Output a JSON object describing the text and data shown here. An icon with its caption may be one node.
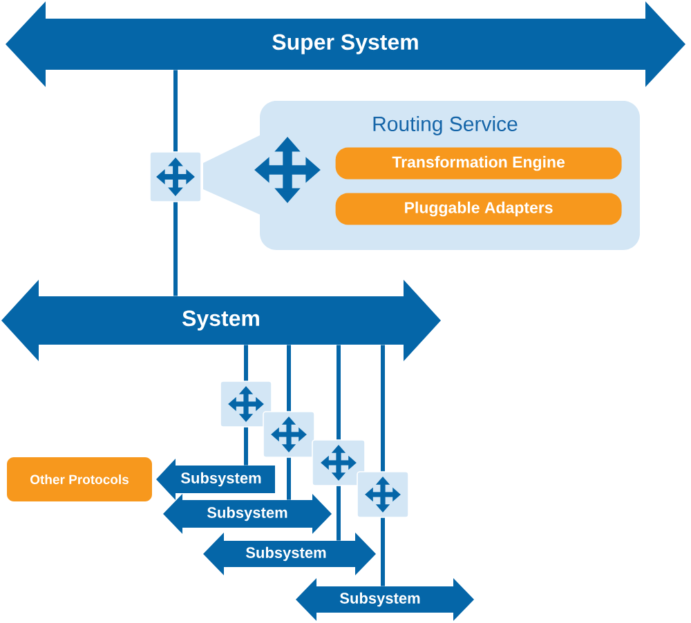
{
  "diagram": {
    "nodes": [
      {
        "text": [
          "Super System"
        ]
      },
      {
        "text": [
          "Routing Service"
        ]
      },
      {
        "text": [
          "Transformation Engine"
        ],
        "in": 1
      },
      {
        "text": [
          "Pluggable Adapters"
        ],
        "in": 1
      },
      {
        "text": [],
        "shape": "box"
      },
      {
        "text": [
          "System"
        ]
      },
      {
        "text": [],
        "shape": "box"
      },
      {
        "text": [],
        "shape": "box"
      },
      {
        "text": [],
        "shape": "box"
      },
      {
        "text": [],
        "shape": "box"
      },
      {
        "text": [
          "Other Protocols"
        ]
      },
      {
        "text": [
          "Subsystem"
        ]
      },
      {
        "text": [
          "Subsystem"
        ]
      },
      {
        "text": [
          "Subsystem"
        ]
      },
      {
        "text": [
          "Subsystem"
        ]
      }
    ],
    "edges": [
      {
        "from": 0,
        "to": 4,
        "arrow": "none"
      },
      {
        "from": 4,
        "to": 5,
        "arrow": "none"
      },
      {
        "from": 5,
        "to": 6,
        "arrow": "none"
      },
      {
        "from": 6,
        "to": 11,
        "arrow": "none"
      },
      {
        "from": 5,
        "to": 7,
        "arrow": "none"
      },
      {
        "from": 7,
        "to": 12,
        "arrow": "none"
      },
      {
        "from": 5,
        "to": 8,
        "arrow": "none"
      },
      {
        "from": 8,
        "to": 13,
        "arrow": "none"
      },
      {
        "from": 5,
        "to": 9,
        "arrow": "none"
      },
      {
        "from": 9,
        "to": 14,
        "arrow": "none"
      }
    ]
  }
}
